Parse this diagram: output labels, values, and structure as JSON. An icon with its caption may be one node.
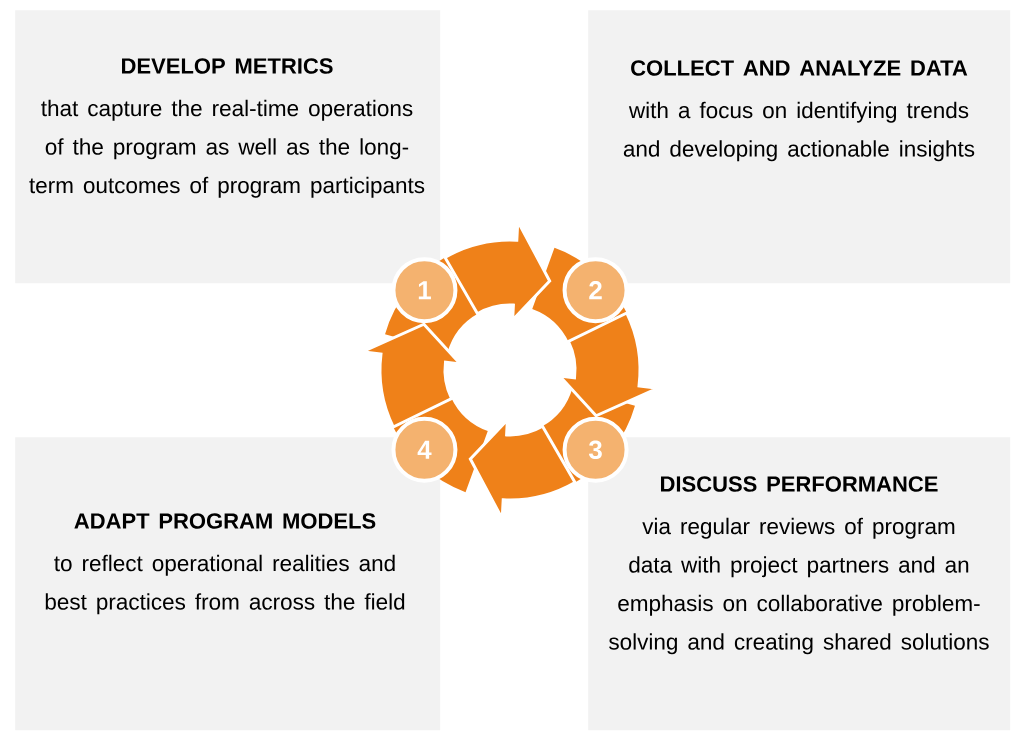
{
  "diagram": {
    "nodes": [
      {
        "text": [
          "DEVELOP METRICS",
          "that capture the real-time operations of the program as well as the long-term outcomes of program participants"
        ]
      },
      {
        "text": [
          "COLLECT AND ANALYZE DATA",
          "with a focus on identifying trends and developing actionable insights"
        ]
      },
      {
        "text": [
          "DISCUSS PERFORMANCE",
          "via regular reviews of program data with project partners and an emphasis on collaborative problem-solving and creating shared solutions"
        ]
      },
      {
        "text": [
          "ADAPT PROGRAM MODELS",
          "to reflect operational realities and best practices from across the field"
        ]
      },
      {
        "text": [
          "1"
        ]
      },
      {
        "text": [
          "2"
        ]
      },
      {
        "text": [
          "3"
        ]
      },
      {
        "text": [
          "4"
        ]
      }
    ],
    "edges": [
      {
        "from": 4,
        "to": 5,
        "arrow": "to"
      },
      {
        "from": 5,
        "to": 6,
        "arrow": "to"
      },
      {
        "from": 6,
        "to": 7,
        "arrow": "to"
      },
      {
        "from": 7,
        "to": 4,
        "arrow": "to"
      }
    ]
  }
}
